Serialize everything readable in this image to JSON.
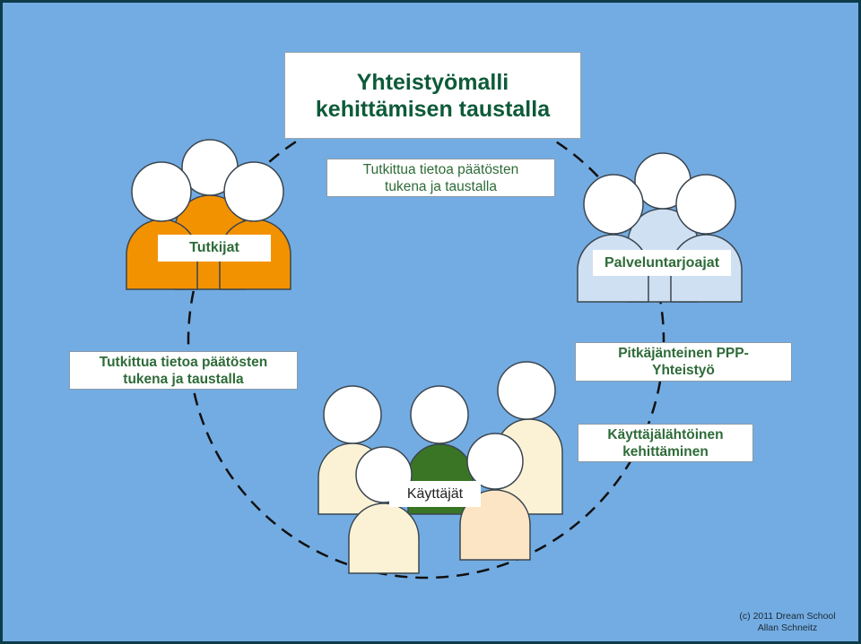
{
  "title": {
    "line1": "Yhteistyömalli",
    "line2": "kehittämisen taustalla"
  },
  "groups": {
    "researchers": {
      "label": "Tutkijat",
      "color": "#f39200"
    },
    "providers": {
      "label": "Palveluntarjoajat",
      "color": "#cfe0f2"
    },
    "users": {
      "label": "Käyttäjät",
      "accent_color": "#3a7526",
      "light_color": "#fbf2d6"
    }
  },
  "notes": {
    "top": {
      "line1": "Tutkittua tietoa päätösten",
      "line2": "tukena ja taustalla"
    },
    "left": {
      "line1": "Tutkittua tietoa päätösten",
      "line2": "tukena ja taustalla"
    },
    "ppp": {
      "line1": "Pitkäjänteinen PPP-",
      "line2": "Yhteistyö"
    },
    "user_driven": {
      "line1": "Käyttäjälähtöinen",
      "line2": "kehittäminen"
    }
  },
  "credit": {
    "line1": "(c) 2011 Dream School",
    "line2": "Allan Schneitz"
  }
}
